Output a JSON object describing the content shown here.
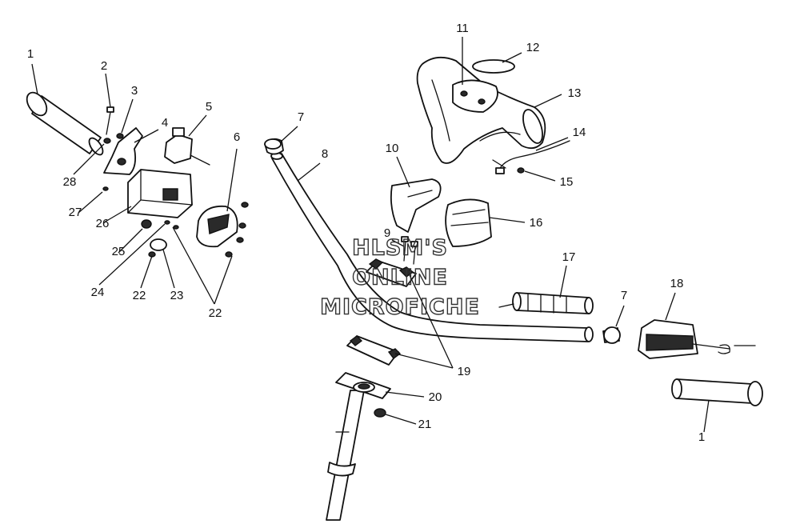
{
  "watermark": {
    "line1": "HLSM'S",
    "line2": "ONLINE",
    "line3": "MICROFICHE"
  },
  "callouts": [
    {
      "id": "c1a",
      "label": "1"
    },
    {
      "id": "c2",
      "label": "2"
    },
    {
      "id": "c3",
      "label": "3"
    },
    {
      "id": "c4",
      "label": "4"
    },
    {
      "id": "c5",
      "label": "5"
    },
    {
      "id": "c6",
      "label": "6"
    },
    {
      "id": "c7a",
      "label": "7"
    },
    {
      "id": "c8",
      "label": "8"
    },
    {
      "id": "c9",
      "label": "9"
    },
    {
      "id": "c10",
      "label": "10"
    },
    {
      "id": "c11",
      "label": "11"
    },
    {
      "id": "c12",
      "label": "12"
    },
    {
      "id": "c13",
      "label": "13"
    },
    {
      "id": "c14",
      "label": "14"
    },
    {
      "id": "c15",
      "label": "15"
    },
    {
      "id": "c16",
      "label": "16"
    },
    {
      "id": "c17",
      "label": "17"
    },
    {
      "id": "c7b",
      "label": "7"
    },
    {
      "id": "c18",
      "label": "18"
    },
    {
      "id": "c19",
      "label": "19"
    },
    {
      "id": "c20",
      "label": "20"
    },
    {
      "id": "c21",
      "label": "21"
    },
    {
      "id": "c1b",
      "label": "1"
    },
    {
      "id": "c22a",
      "label": "22"
    },
    {
      "id": "c22b",
      "label": "22"
    },
    {
      "id": "c23",
      "label": "23"
    },
    {
      "id": "c24",
      "label": "24"
    },
    {
      "id": "c25",
      "label": "25"
    },
    {
      "id": "c26",
      "label": "26"
    },
    {
      "id": "c27",
      "label": "27"
    },
    {
      "id": "c28",
      "label": "28"
    }
  ]
}
